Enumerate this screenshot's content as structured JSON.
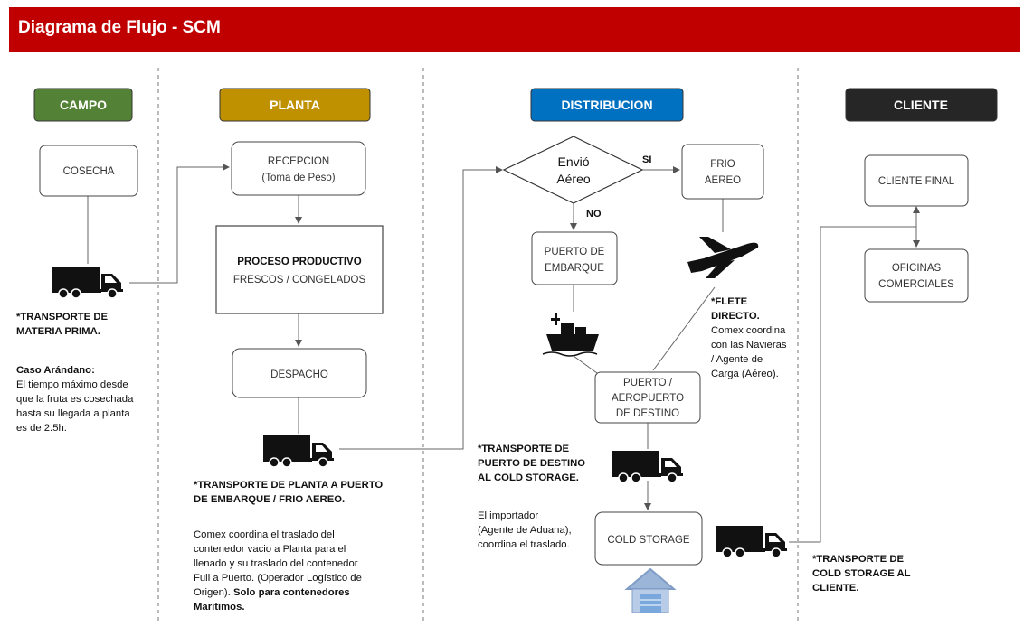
{
  "title": "Diagrama de Flujo - SCM",
  "colors": {
    "title_bar": "#c00000",
    "campo": "#538135",
    "planta": "#bf9000",
    "distribucion": "#0070c0",
    "cliente": "#262626"
  },
  "headers": {
    "campo": "CAMPO",
    "planta": "PLANTA",
    "distribucion": "DISTRIBUCION",
    "cliente": "CLIENTE"
  },
  "boxes": {
    "cosecha": "COSECHA",
    "recepcion_1": "RECEPCION",
    "recepcion_2": "(Toma de Peso)",
    "proceso_1": "PROCESO PRODUCTIVO",
    "proceso_2": "FRESCOS / CONGELADOS",
    "despacho": "DESPACHO",
    "envio_1": "Envió",
    "envio_2": "Aéreo",
    "frio_1": "FRIO",
    "frio_2": "AEREO",
    "puerto_embarque_1": "PUERTO DE",
    "puerto_embarque_2": "EMBARQUE",
    "puerto_destino_1": "PUERTO /",
    "puerto_destino_2": "AEROPUERTO",
    "puerto_destino_3": "DE DESTINO",
    "cold_storage": "COLD STORAGE",
    "cliente_final": "CLIENTE FINAL",
    "oficinas_1": "OFICINAS",
    "oficinas_2": "COMERCIALES"
  },
  "labels": {
    "si": "SI",
    "no": "NO"
  },
  "icons": [
    "truck-icon",
    "airplane-icon",
    "ship-icon",
    "warehouse-icon"
  ],
  "notes": {
    "campo_1": "*TRANSPORTE DE",
    "campo_2": "MATERIA PRIMA.",
    "caso_title": "Caso Arándano:",
    "caso_1": "El tiempo máximo desde",
    "caso_2": "que la fruta es cosechada",
    "caso_3": "hasta su llegada a planta",
    "caso_4": "es de 2.5h.",
    "planta_1": "*TRANSPORTE DE PLANTA A PUERTO",
    "planta_2": "DE EMBARQUE / FRIO AEREO.",
    "planta_3": "Comex coordina el traslado del",
    "planta_4": "contenedor vacio a Planta para el",
    "planta_5": "llenado y su traslado del contenedor",
    "planta_6": "Full a Puerto. (Operador Logístico de",
    "planta_7a": "Origen). ",
    "planta_7b": "Solo para contenedores",
    "planta_8": "Marítimos.",
    "flete_1": "*FLETE",
    "flete_2": "DIRECTO.",
    "flete_3": "Comex coordina",
    "flete_4": "con las Navieras",
    "flete_5": "/ Agente de",
    "flete_6": "Carga (Aéreo).",
    "destino_1": "*TRANSPORTE DE",
    "destino_2": "PUERTO DE DESTINO",
    "destino_3": "AL COLD STORAGE.",
    "importador_1": "El importador",
    "importador_2": "(Agente de Aduana),",
    "importador_3": "coordina el traslado.",
    "cliente_1": "*TRANSPORTE DE",
    "cliente_2": "COLD STORAGE AL",
    "cliente_3": "CLIENTE."
  }
}
